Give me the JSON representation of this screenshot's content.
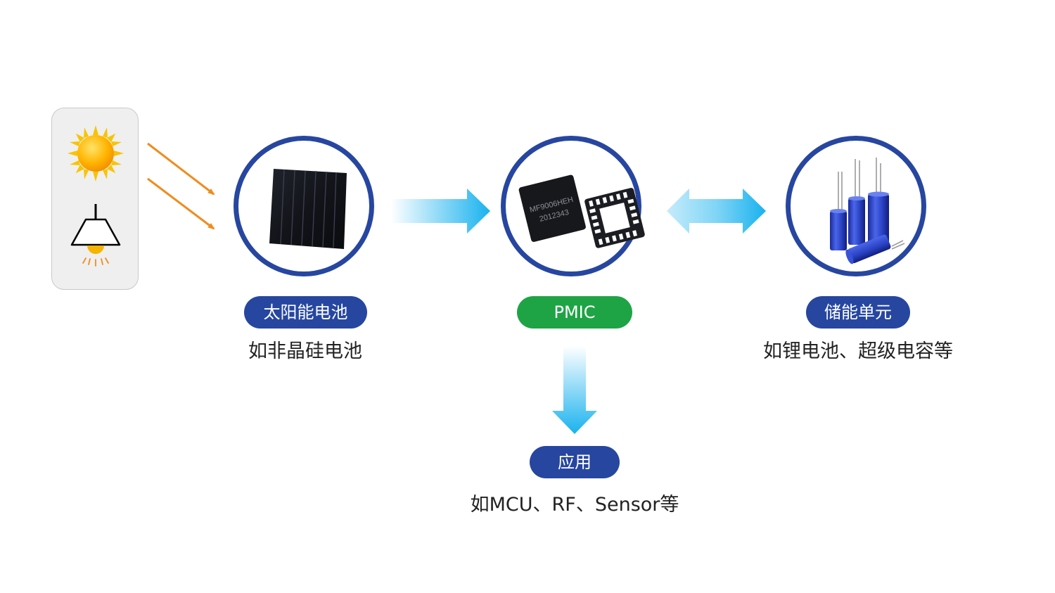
{
  "nodes": {
    "solar": {
      "label": "太阳能电池",
      "caption": "如非晶硅电池"
    },
    "pmic": {
      "label": "PMIC",
      "chip_mark": "MF9006HEH",
      "chip_code": "2012343"
    },
    "storage": {
      "label": "储能单元",
      "caption": "如锂电池、超级电容等"
    },
    "application": {
      "label": "应用",
      "caption": "如MCU、RF、Sensor等"
    }
  },
  "colors": {
    "ring": "#2646a0",
    "pill_blue": "#2646a0",
    "pill_green": "#1ea445",
    "flow_arrow": "#19b2ee",
    "light_ray": "#ef8c1e"
  }
}
